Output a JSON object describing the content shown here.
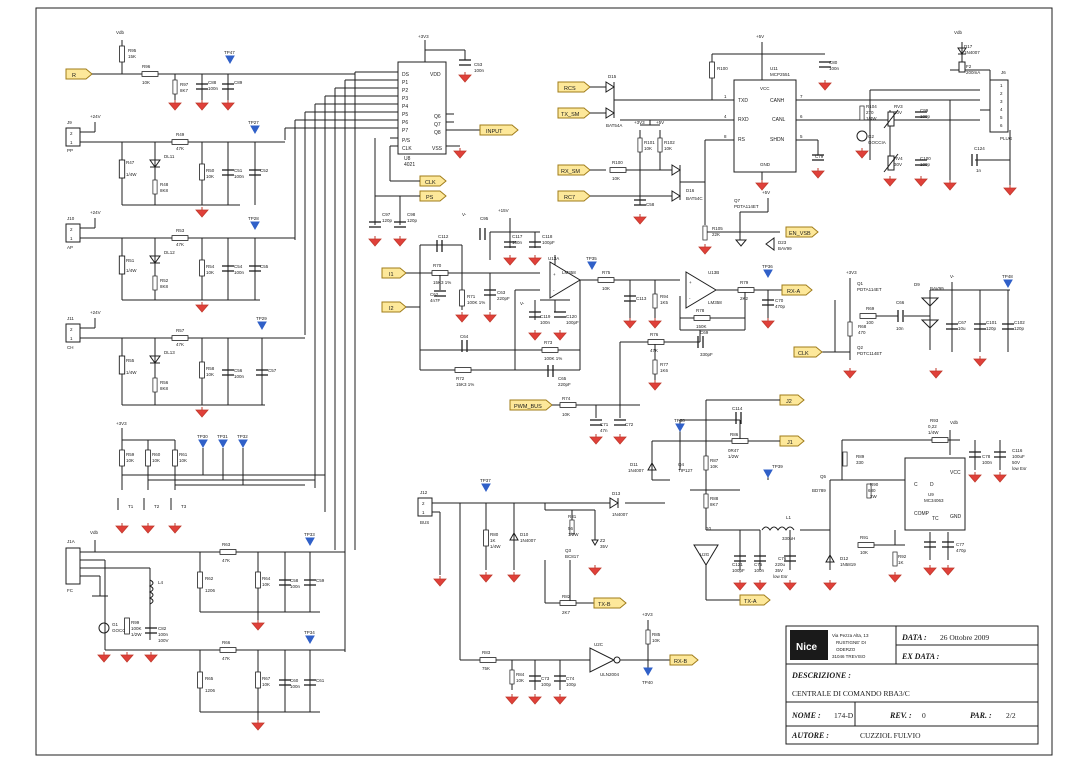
{
  "net_labels": {
    "r": "R",
    "input": "INPUT",
    "clk": "CLK",
    "ps": "PS",
    "rcs": "RCS",
    "tx_sm": "TX_SM",
    "rx_sm": "RX_SM",
    "rc7": "RC7",
    "en_vsb": "EN_VSB",
    "i1": "I1",
    "i2": "I2",
    "rx_a": "RX-A",
    "clk2": "CLK",
    "pwm_bus": "PWM_BUS",
    "j2": "J2",
    "j1": "J1",
    "tx_b": "TX-B",
    "tx_a": "TX-A",
    "rx_b": "RX-B"
  },
  "connectors": {
    "j9": {
      "ref": "J9",
      "name": "PP",
      "supply": "+24V"
    },
    "j10": {
      "ref": "J10",
      "name": "AP",
      "supply": "+24V"
    },
    "j11": {
      "ref": "J11",
      "name": "CH",
      "supply": "+24V"
    },
    "j12": {
      "ref": "J12",
      "name": "BUS"
    },
    "j1a": {
      "ref": "J1A",
      "name": "FC"
    },
    "j6": {
      "ref": "J6",
      "name": "PLUG"
    }
  },
  "components": {
    "u8": {
      "ref": "U8",
      "part": "4021"
    },
    "u11": {
      "ref": "U11",
      "part": "MCP2551"
    },
    "u13a": {
      "ref": "U13A",
      "part": "LM358"
    },
    "u13b": {
      "ref": "U13B",
      "part": "LM358"
    },
    "u9": {
      "ref": "U9",
      "part": "MC34063"
    },
    "u2g": {
      "ref": "U2G"
    },
    "u2c": {
      "ref": "U2C",
      "part": "ULN2004"
    },
    "d15": {
      "ref": "D15",
      "part": "BAT54A"
    },
    "d16": {
      "ref": "D16",
      "part": "BAT54C"
    },
    "d17": {
      "ref": "D17",
      "part": "1N4007"
    },
    "d9": {
      "ref": "D9",
      "part": "BAV99"
    },
    "d23": {
      "ref": "D23",
      "part": "BAV99"
    },
    "d11": {
      "ref": "D11",
      "part": "1N4007"
    },
    "d13": {
      "ref": "D13",
      "part": "1N4007"
    },
    "d10": {
      "ref": "D10",
      "part": "1N4007"
    },
    "d12": {
      "ref": "D12",
      "part": "1N5819"
    },
    "dl11": {
      "ref": "DL11"
    },
    "dl12": {
      "ref": "DL12"
    },
    "dl13": {
      "ref": "DL13"
    },
    "q1": {
      "ref": "Q1",
      "part": "PDTA114ET"
    },
    "q2": {
      "ref": "Q2",
      "part": "PDTC114ET"
    },
    "q3": {
      "ref": "Q3",
      "part": "BC817"
    },
    "q4": {
      "ref": "Q4",
      "part": "TIP127"
    },
    "q5": {
      "ref": "Q5",
      "part": "BD789"
    },
    "q7": {
      "ref": "Q7",
      "part": "PDTA114ET"
    },
    "l1": {
      "ref": "L1",
      "value": "330uH"
    },
    "f2": {
      "ref": "F2",
      "value": "200mA"
    },
    "g1": {
      "ref": "G1",
      "value": "GOCCIA"
    },
    "g2": {
      "ref": "G2",
      "value": "GOCCIA"
    },
    "t1": {
      "ref": "T1"
    },
    "t2": {
      "ref": "T2"
    },
    "t3": {
      "ref": "T3"
    }
  },
  "test_points": [
    "TP47",
    "TP27",
    "TP28",
    "TP29",
    "TP30",
    "TP31",
    "TP32",
    "TP33",
    "TP34",
    "TP35",
    "TP36",
    "TP37",
    "TP38",
    "TP39",
    "TP40",
    "TP48"
  ],
  "title_block": {
    "company_line1": "Via Pezza Alta, 13",
    "company_line2": "RUSTIGNE' DI",
    "company_line3": "ODERZO",
    "company_line4": "31046 TREVISO",
    "logo": "Nice",
    "date_label": "DATA :",
    "date_value": "26 Ottobre 2009",
    "exdate_label": "EX DATA :",
    "exdate_value": "",
    "description_label": "DESCRIZIONE :",
    "description_value": "CENTRALE DI COMANDO RBA3/C",
    "name_label": "NOME :",
    "name_value": "174-D",
    "rev_label": "REV. :",
    "rev_value": "0",
    "par_label": "PAR. :",
    "par_value": "2/2",
    "author_label": "AUTORE :",
    "author_value": "CUZZIOL FULVIO"
  },
  "colors": {
    "wire": "#1f1f1f",
    "ground": "#e0403a",
    "power": "#2860c0",
    "net_label_fill": "#fde89a",
    "test_point": "#3060c8"
  }
}
